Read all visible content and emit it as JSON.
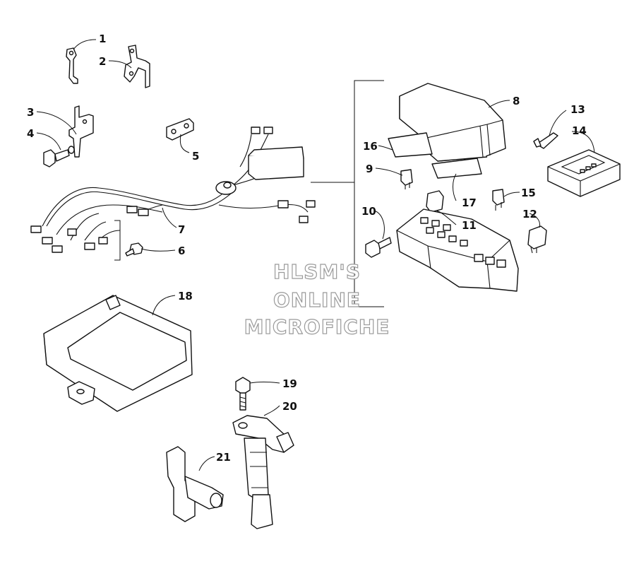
{
  "watermark": {
    "line1": "HLSM'S",
    "line2": "ONLINE",
    "line3": "MICROFICHE"
  },
  "callouts": [
    "1",
    "2",
    "3",
    "4",
    "5",
    "6",
    "7",
    "8",
    "9",
    "10",
    "11",
    "12",
    "13",
    "14",
    "15",
    "16",
    "17",
    "18",
    "19",
    "20",
    "21"
  ],
  "parts": [
    {
      "id": "1",
      "icon": "bracket-icon"
    },
    {
      "id": "2",
      "icon": "bracket-icon"
    },
    {
      "id": "3",
      "icon": "bracket-icon"
    },
    {
      "id": "4",
      "icon": "bolt-icon"
    },
    {
      "id": "5",
      "icon": "clamp-icon"
    },
    {
      "id": "6",
      "icon": "bolt-icon"
    },
    {
      "id": "7",
      "icon": "wiring-harness-icon"
    },
    {
      "id": "8",
      "icon": "fuse-box-cover-icon"
    },
    {
      "id": "9",
      "icon": "fuse-icon"
    },
    {
      "id": "10",
      "icon": "bolt-icon"
    },
    {
      "id": "11",
      "icon": "relay-icon"
    },
    {
      "id": "12",
      "icon": "relay-icon"
    },
    {
      "id": "13",
      "icon": "fuse-puller-icon"
    },
    {
      "id": "14",
      "icon": "fuse-kit-icon"
    },
    {
      "id": "15",
      "icon": "fuse-icon"
    },
    {
      "id": "16",
      "icon": "label-icon"
    },
    {
      "id": "17",
      "icon": "label-icon"
    },
    {
      "id": "18",
      "icon": "ecu-module-icon"
    },
    {
      "id": "19",
      "icon": "bolt-icon"
    },
    {
      "id": "20",
      "icon": "ignition-coil-icon"
    },
    {
      "id": "21",
      "icon": "sensor-icon"
    }
  ]
}
